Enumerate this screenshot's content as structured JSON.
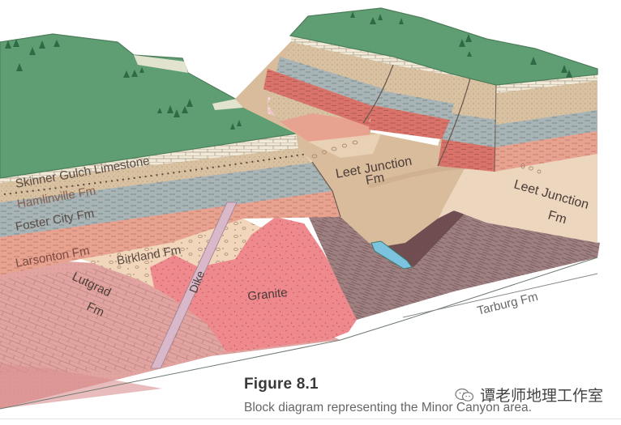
{
  "figure": {
    "title": "Figure 8.1",
    "caption": "Block diagram representing the Minor Canyon area."
  },
  "watermark": {
    "icon": "wechat-icon",
    "text": "谭老师地理工作室"
  },
  "labels": {
    "skinner_gulch": "Skinner Gulch Limestone",
    "hamlinville": "Hamlinville Fm",
    "foster_city": "Foster City Fm",
    "larsonton": "Larsonton Fm",
    "birkland": "Birkland Fm",
    "lutgrad_1": "Lutgrad",
    "lutgrad_2": "Fm",
    "dike": "Dike",
    "granite": "Granite",
    "leet_center_1": "Leet Junction",
    "leet_center_2": "Fm",
    "leet_right_1": "Leet Junction",
    "leet_right_2": "Fm",
    "tarburg": "Tarburg Fm"
  },
  "colors": {
    "grass": "#5f9e72",
    "grass_edge": "#4d7e5b",
    "tree": "#2f6a45",
    "limestone": "#f1ead8",
    "hamlinville": "#d9c2a2",
    "foster_city": "#a8b4b6",
    "larsonton": "#e8a390",
    "larsonton_red": "#d9736a",
    "birkland": "#f1d6bc",
    "granite": "#ee8a8e",
    "lutgrad": "#e2a4a0",
    "dike": "#d9b8c9",
    "leet_junction": "#d9bc9c",
    "leet_light": "#ecd6bd",
    "tarburg": "#9e7f80",
    "tarburg_dark": "#6f4d50",
    "river": "#7cc3e0",
    "pink_conglom": "#efc6c7"
  }
}
